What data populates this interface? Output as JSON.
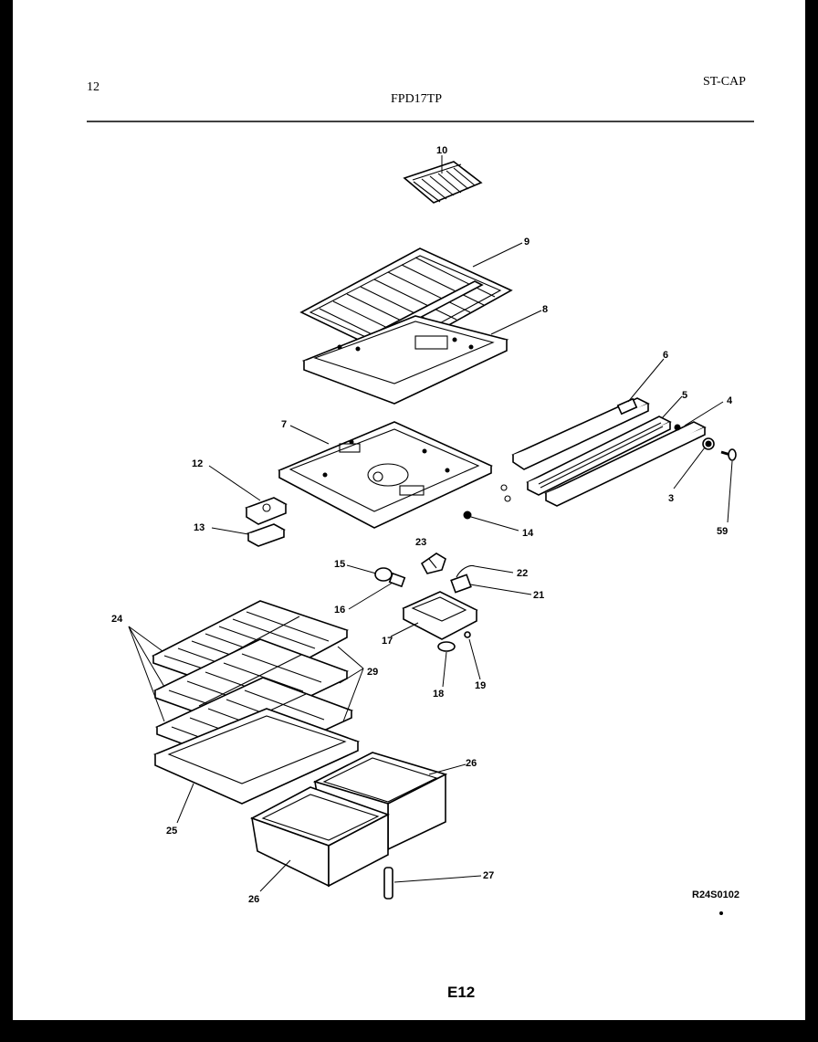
{
  "header": {
    "page_number": "12",
    "model": "FPD17TP",
    "code": "ST-CAP"
  },
  "footer": {
    "reference": "R24S0102",
    "page_code": "E12"
  },
  "callouts": {
    "c10": "10",
    "c9": "9",
    "c8": "8",
    "c6": "6",
    "c5": "5",
    "c4": "4",
    "c7": "7",
    "c12": "12",
    "c13": "13",
    "c3": "3",
    "c14": "14",
    "c59": "59",
    "c23": "23",
    "c15": "15",
    "c22": "22",
    "c16": "16",
    "c21": "21",
    "c24": "24",
    "c29": "29",
    "c17": "17",
    "c18": "18",
    "c19": "19",
    "c26a": "26",
    "c25": "25",
    "c27": "27",
    "c26b": "26"
  }
}
